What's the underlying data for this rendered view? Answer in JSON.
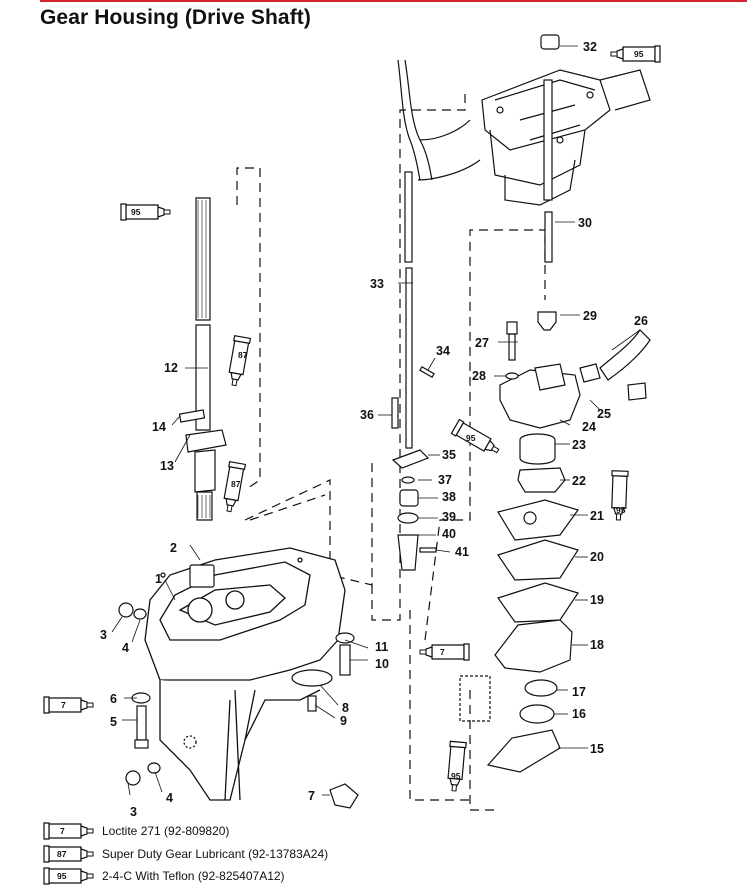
{
  "title": "Gear Housing (Drive Shaft)",
  "colors": {
    "rule": "#d2232a",
    "ink": "#111111"
  },
  "tube_codes": {
    "t7": "7",
    "t87": "87",
    "t95": "95"
  },
  "parts": [
    {
      "n": "1"
    },
    {
      "n": "2"
    },
    {
      "n": "3"
    },
    {
      "n": "3"
    },
    {
      "n": "4"
    },
    {
      "n": "4"
    },
    {
      "n": "5"
    },
    {
      "n": "6"
    },
    {
      "n": "7"
    },
    {
      "n": "8"
    },
    {
      "n": "9"
    },
    {
      "n": "10"
    },
    {
      "n": "11"
    },
    {
      "n": "12"
    },
    {
      "n": "13"
    },
    {
      "n": "14"
    },
    {
      "n": "15"
    },
    {
      "n": "16"
    },
    {
      "n": "17"
    },
    {
      "n": "18"
    },
    {
      "n": "19"
    },
    {
      "n": "20"
    },
    {
      "n": "21"
    },
    {
      "n": "22"
    },
    {
      "n": "23"
    },
    {
      "n": "24"
    },
    {
      "n": "25"
    },
    {
      "n": "26"
    },
    {
      "n": "27"
    },
    {
      "n": "28"
    },
    {
      "n": "29"
    },
    {
      "n": "30"
    },
    {
      "n": "32"
    },
    {
      "n": "33"
    },
    {
      "n": "34"
    },
    {
      "n": "35"
    },
    {
      "n": "36"
    },
    {
      "n": "37"
    },
    {
      "n": "38"
    },
    {
      "n": "39"
    },
    {
      "n": "40"
    },
    {
      "n": "41"
    }
  ],
  "legend": [
    {
      "code": "7",
      "label": "Loctite 271 (92-809820)"
    },
    {
      "code": "87",
      "label": "Super Duty Gear Lubricant (92-13783A24)"
    },
    {
      "code": "95",
      "label": "2-4-C  With Teflon (92-825407A12)"
    }
  ]
}
